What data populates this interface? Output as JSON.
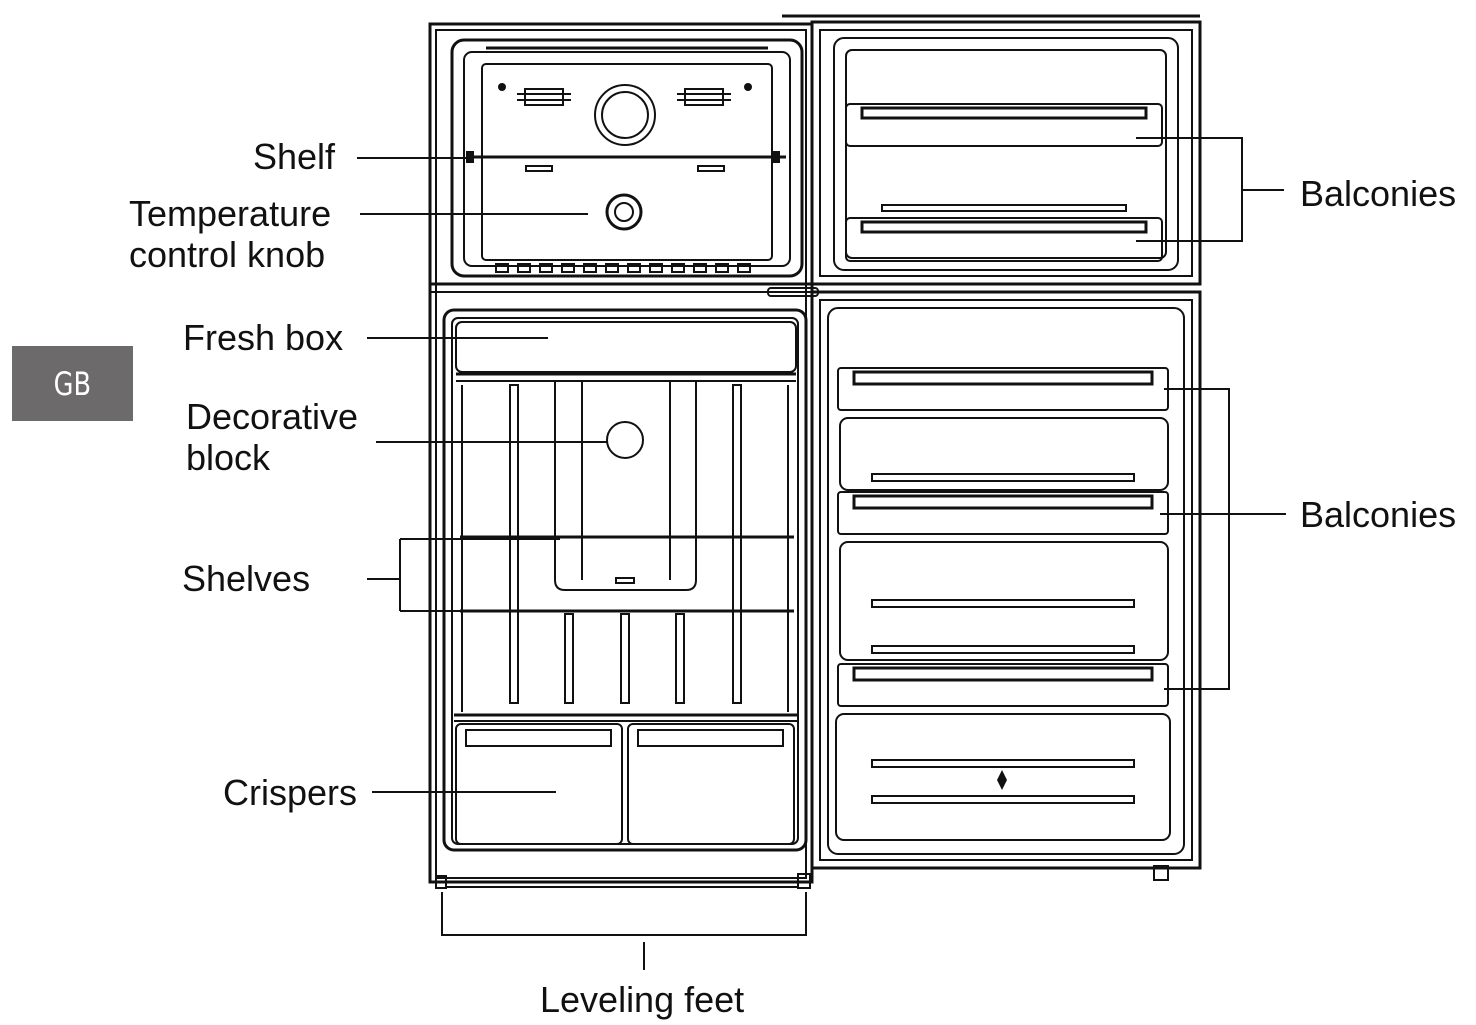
{
  "language_tab": "GB",
  "labels": {
    "shelf": "Shelf",
    "temperature_line1": "Temperature",
    "temperature_line2": "control knob",
    "fresh_box": "Fresh box",
    "decorative_line1": "Decorative",
    "decorative_line2": "block",
    "shelves": "Shelves",
    "crispers": "Crispers",
    "leveling_feet": "Leveling feet",
    "balconies_upper": "Balconies",
    "balconies_lower": "Balconies"
  }
}
